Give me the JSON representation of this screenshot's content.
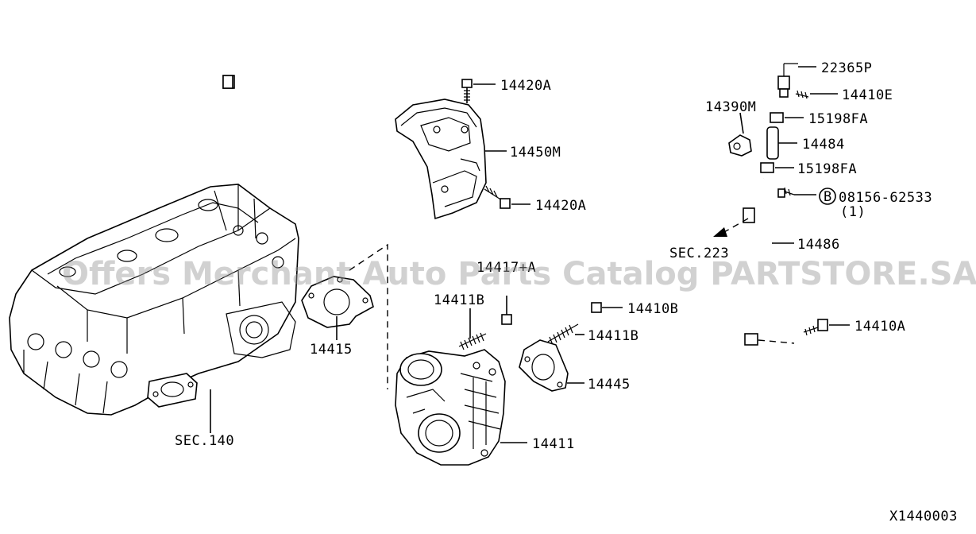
{
  "labels": {
    "p22365P": "22365P",
    "p14410E": "14410E",
    "p14390M": "14390M",
    "p15198FA_top": "15198FA",
    "p14484": "14484",
    "p15198FA_bottom": "15198FA",
    "p08156": "08156-62533",
    "p08156_qty": "(1)",
    "p08156_circle": "B",
    "p14486": "14486",
    "sec223": "SEC.223",
    "p14410A": "14410A",
    "p14420A_top": "14420A",
    "p14450M": "14450M",
    "p14420A_mid": "14420A",
    "p14417A": "14417+A",
    "p14411B_left": "14411B",
    "p14410B": "14410B",
    "p14411B_right": "14411B",
    "p14415": "14415",
    "p14445": "14445",
    "p14411": "14411",
    "sec140": "SEC.140",
    "diagram_code": "X1440003"
  },
  "watermark": "Offers Merchant Auto Parts Catalog PARTSTORE.SA"
}
